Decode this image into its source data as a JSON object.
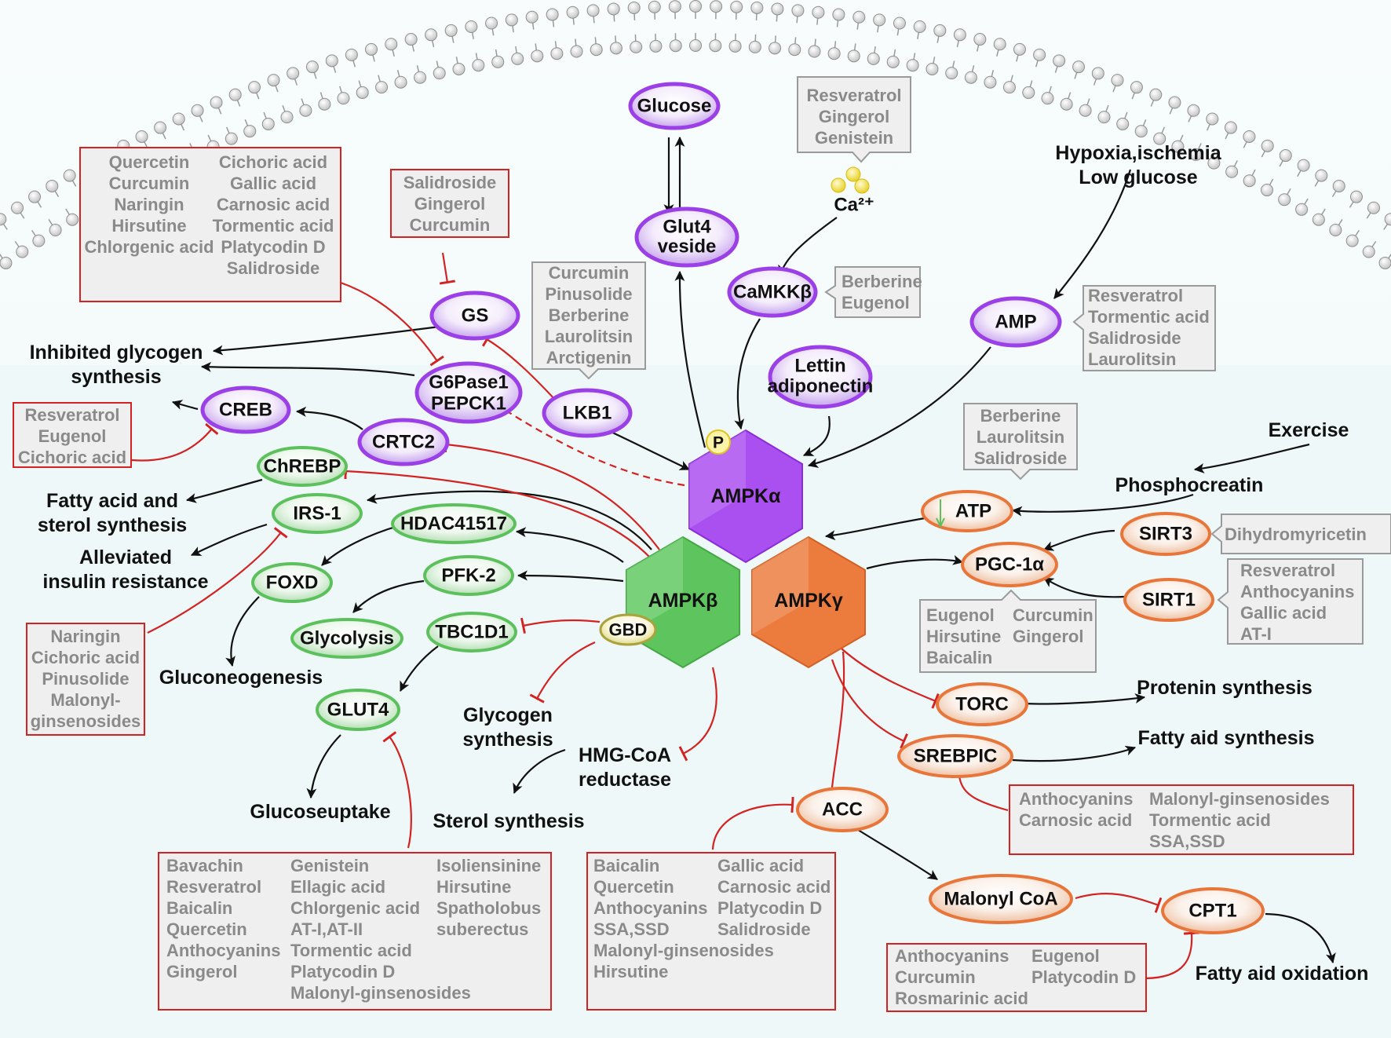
{
  "nodes": {
    "glucose": "Glucose",
    "glut4_vesicle": [
      "Glut4",
      "veside"
    ],
    "camkkb": "CaMKKβ",
    "ca": "Ca²⁺",
    "amp": "AMP",
    "lettin": [
      "Lettin",
      "adiponectin"
    ],
    "lkb1": "LKB1",
    "gs": "GS",
    "g6pase": [
      "G6Pase1",
      "PEPCK1"
    ],
    "creb": "CREB",
    "crtc2": "CRTC2",
    "chrebp": "ChREBP",
    "irs1": "IRS-1",
    "hdac": "HDAC41517",
    "foxd": "FOXD",
    "pfk2": "PFK-2",
    "glycolysis": "Glycolysis",
    "tbc1d1": "TBC1D1",
    "glut4": "GLUT4",
    "gbd": "GBD",
    "atp": "ATP",
    "pgc1a": "PGC-1α",
    "sirt3": "SIRT3",
    "sirt1": "SIRT1",
    "torc": "TORC",
    "srebpic": "SREBPIC",
    "acc": "ACC",
    "malonyl_coa": "Malonyl CoA",
    "cpt1": "CPT1",
    "p": "P"
  },
  "subunits": {
    "alpha": "AMPKα",
    "beta": "AMPKβ",
    "gamma": "AMPKγ"
  },
  "outcomes": {
    "hypoxia": [
      "Hypoxia,ischemia",
      "Low glucose"
    ],
    "inhibited_glycogen": [
      "Inhibited glycogen",
      "synthesis"
    ],
    "fatty_sterol": [
      "Fatty acid and",
      "sterol synthesis"
    ],
    "alleviated": [
      "Alleviated",
      "insulin resistance"
    ],
    "gluconeogenesis": "Gluconeogenesis",
    "glucoseuptake": "Glucoseuptake",
    "glycogen_synthesis": [
      "Glycogen",
      "synthesis"
    ],
    "hmg": [
      "HMG-CoA",
      "reductase"
    ],
    "sterol_synthesis": "Sterol synthesis",
    "exercise": "Exercise",
    "phosphocreatin": "Phosphocreatin",
    "protenin": "Protenin synthesis",
    "fatty_aid_synthesis": "Fatty aid synthesis",
    "fatty_aid_oxidation": "Fatty aid oxidation"
  },
  "gray_boxes": {
    "ca_box": [
      "Resveratrol",
      "Gingerol",
      "Genistein"
    ],
    "camkk_box": [
      "Berberine",
      "Eugenol"
    ],
    "lkb1_box": [
      "Curcumin",
      "Pinusolide",
      "Berberine",
      "Laurolitsin",
      "Arctigenin"
    ],
    "amp_box": [
      "Resveratrol",
      "Tormentic acid",
      "Salidroside",
      "Laurolitsin"
    ],
    "atp_box": [
      "Berberine",
      "Laurolitsin",
      "Salidroside"
    ],
    "sirt3_box": [
      "Dihydromyricetin"
    ],
    "sirt1_box": [
      "Resveratrol",
      "Anthocyanins",
      "Gallic acid",
      "AT-I"
    ],
    "pgc_box": {
      "col1": [
        "Eugenol",
        "Hirsutine",
        "Baicalin"
      ],
      "col2": [
        "Curcumin",
        "Gingerol"
      ]
    }
  },
  "red_boxes": {
    "g6pase_box": {
      "col1": [
        "Quercetin",
        "Curcumin",
        "Naringin",
        "Hirsutine",
        "Chlorgenic acid"
      ],
      "col2": [
        "Cichoric acid",
        "Gallic acid",
        "Carnosic acid",
        "Tormentic acid",
        "Platycodin D",
        "Salidroside"
      ]
    },
    "gs_box": [
      "Salidroside",
      "Gingerol",
      "Curcumin"
    ],
    "creb_box": [
      "Resveratrol",
      "Eugenol",
      "Cichoric acid"
    ],
    "irs_box": [
      "Naringin",
      "Cichoric acid",
      "Pinusolide",
      "Malonyl-",
      "ginsenosides"
    ],
    "glut4_box": {
      "col1": [
        "Bavachin",
        "Resveratrol",
        "Baicalin",
        "Quercetin",
        "Anthocyanins",
        "Gingerol"
      ],
      "col2": [
        "Genistein",
        "Ellagic acid",
        "Chlorgenic acid",
        "AT-I,AT-II",
        "Tormentic acid",
        "Platycodin D",
        "Malonyl-ginsenosides"
      ],
      "col3": [
        "Isoliensinine",
        "Hirsutine",
        "Spatholobus",
        "suberectus"
      ]
    },
    "acc_box": {
      "col1": [
        "Baicalin",
        "Quercetin",
        "Anthocyanins",
        "SSA,SSD",
        "Malonyl-ginsenosides",
        "Hirsutine"
      ],
      "col2": [
        "Gallic acid",
        "Carnosic acid",
        "Platycodin D",
        "Salidroside"
      ]
    },
    "srebp_box": {
      "col1": [
        "Anthocyanins",
        "Carnosic acid"
      ],
      "col2": [
        "Malonyl-ginsenosides",
        "Tormentic acid",
        "SSA,SSD"
      ]
    },
    "cpt1_box": {
      "col1": [
        "Anthocyanins",
        "Curcumin",
        "Rosmarinic acid"
      ],
      "col2": [
        "Eugenol",
        "Platycodin D"
      ]
    }
  },
  "colors": {
    "purple": "#9b3fe6",
    "green": "#5cc05c",
    "orange": "#e8753a",
    "inhibit_red": "#d42222",
    "box_gray_border": "#9a9a9a",
    "box_fill": "#efefef"
  }
}
